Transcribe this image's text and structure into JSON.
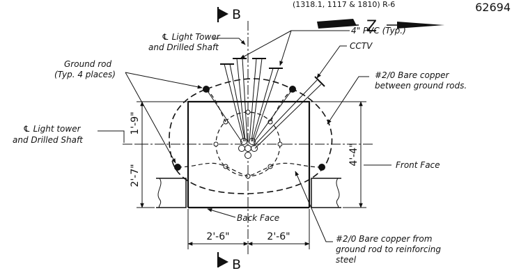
{
  "header": {
    "top_note": "(1318.1, 1117 & 1810) R-6",
    "sheet_number": "62694"
  },
  "section_marks": {
    "top": "B",
    "bottom": "B"
  },
  "north_arrow": {
    "letter": "Z"
  },
  "labels": {
    "light_tower_shaft_top_1": "℄ Light Tower",
    "light_tower_shaft_top_2": "and Drilled Shaft",
    "light_tower_shaft_left_1": "℄ Light tower",
    "light_tower_shaft_left_2": "and Drilled Shaft",
    "ground_rod_1": "Ground rod",
    "ground_rod_2": "(Typ. 4 places)",
    "pvc": "4\" PVC (Typ.)",
    "cctv": "CCTV",
    "copper_between_1": "#2/0 Bare copper",
    "copper_between_2": "between ground rods.",
    "front_face": "Front Face",
    "back_face": "Back Face",
    "copper_from_1": "#2/0 Bare copper from",
    "copper_from_2": "ground rod to reinforcing",
    "copper_from_3": "steel"
  },
  "dimensions": {
    "upper_left": "1'-9\"",
    "lower_left": "2'-7\"",
    "right_overall": "4'-4\"",
    "bottom_left": "2'-6\"",
    "bottom_right": "2'-6\""
  },
  "colors": {
    "ink": "#111111",
    "background": "#ffffff"
  }
}
